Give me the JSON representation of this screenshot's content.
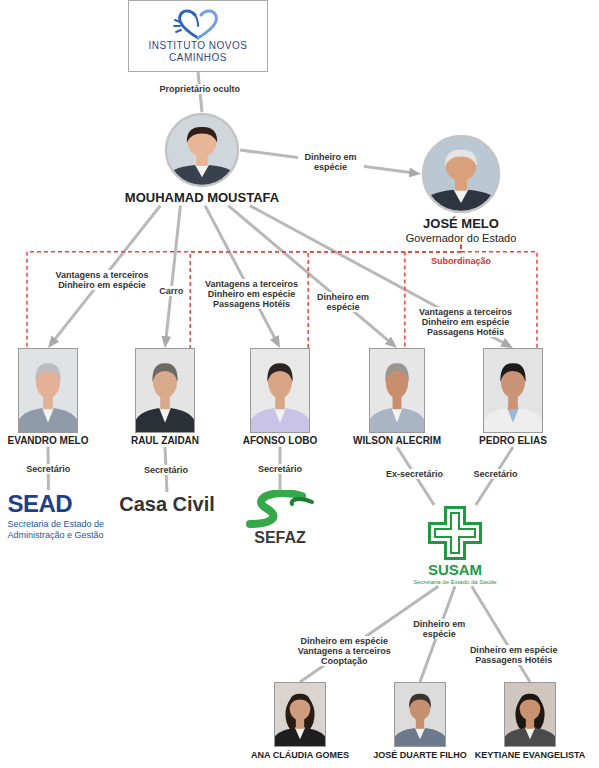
{
  "diagram": {
    "nodes": [
      {
        "text": [
          "INSTITUTO NOVOS CAMINHOS"
        ]
      },
      {
        "text": [
          "MOUHAMAD MOUSTAFA"
        ]
      },
      {
        "text": [
          "JOSÉ MELO",
          "Governador do Estado"
        ]
      },
      {
        "text": [
          "EVANDRO MELO"
        ]
      },
      {
        "text": [
          "RAUL ZAIDAN"
        ]
      },
      {
        "text": [
          "AFONSO LOBO"
        ]
      },
      {
        "text": [
          "WILSON ALECRIM"
        ]
      },
      {
        "text": [
          "PEDRO ELIAS"
        ]
      },
      {
        "text": [
          "SEAD",
          "Secretaria de Estado de Administração e Gestão"
        ]
      },
      {
        "text": [
          "Casa Civil"
        ]
      },
      {
        "text": [
          "SEFAZ"
        ]
      },
      {
        "text": [
          "SUSAM",
          "Secretaria de Estado da Saúde"
        ]
      },
      {
        "text": [
          "ANA CLÁUDIA GOMES"
        ]
      },
      {
        "text": [
          "JOSÉ DUARTE FILHO"
        ]
      },
      {
        "text": [
          "KEYTIANE EVANGELISTA"
        ]
      }
    ],
    "edges": [
      {
        "from": 0,
        "to": 1,
        "label": "Proprietário oculto",
        "arrow": "none"
      },
      {
        "from": 1,
        "to": 2,
        "label": "Dinheiro em espécie",
        "arrow": "to"
      },
      {
        "from": 1,
        "to": 3,
        "label": "Vantagens a terceiros Dinheiro em espécie",
        "arrow": "to"
      },
      {
        "from": 1,
        "to": 4,
        "label": "Carro",
        "arrow": "to"
      },
      {
        "from": 1,
        "to": 5,
        "label": "Vantagens a terceiros Dinheiro em espécie Passagens Hotéis",
        "arrow": "to"
      },
      {
        "from": 1,
        "to": 6,
        "label": "Dinheiro em espécie",
        "arrow": "to"
      },
      {
        "from": 1,
        "to": 7,
        "label": "Vantagens a terceiros Dinheiro em espécie Passagens Hotéis",
        "arrow": "to"
      },
      {
        "from": 2,
        "to": 3,
        "arrow": "none"
      },
      {
        "from": 2,
        "to": 4,
        "arrow": "none"
      },
      {
        "from": 2,
        "to": 5,
        "arrow": "none"
      },
      {
        "from": 2,
        "to": 6,
        "arrow": "none"
      },
      {
        "from": 2,
        "to": 7,
        "label": "Subordinação",
        "arrow": "none"
      },
      {
        "from": 3,
        "to": 8,
        "label": "Secretário",
        "arrow": "none"
      },
      {
        "from": 4,
        "to": 9,
        "label": "Secretário",
        "arrow": "none"
      },
      {
        "from": 5,
        "to": 10,
        "label": "Secretário",
        "arrow": "none"
      },
      {
        "from": 6,
        "to": 11,
        "label": "Ex-secretário",
        "arrow": "none"
      },
      {
        "from": 7,
        "to": 11,
        "label": "Secretário",
        "arrow": "none"
      },
      {
        "from": 11,
        "to": 12,
        "label": "Dinheiro em espécie Vantagens a terceiros Cooptação",
        "arrow": "none"
      },
      {
        "from": 11,
        "to": 13,
        "label": "Dinheiro em espécie",
        "arrow": "none"
      },
      {
        "from": 11,
        "to": 14,
        "label": "Dinheiro em espécie Passagens Hotéis",
        "arrow": "none"
      }
    ]
  }
}
